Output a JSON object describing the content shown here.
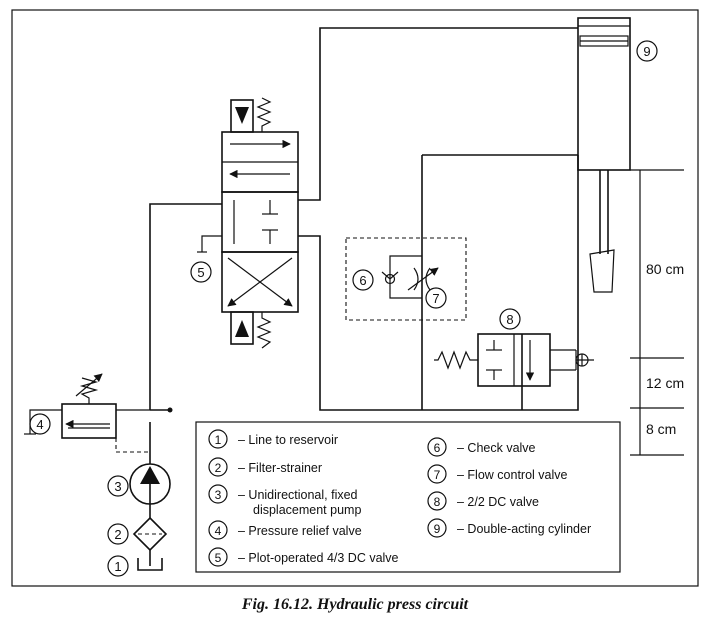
{
  "caption": "Fig. 16.12. Hydraulic press circuit",
  "component_numbers": {
    "reservoir": "1",
    "filter": "2",
    "pump": "3",
    "relief_valve": "4",
    "dc_valve_4_3": "5",
    "check_valve": "6",
    "flow_control_valve": "7",
    "dc_valve_2_2": "8",
    "cylinder": "9"
  },
  "dimensions": {
    "stroke": "80 cm",
    "middle": "12 cm",
    "bottom": "8 cm"
  },
  "legend": {
    "left": [
      {
        "num": "1",
        "text": "– Line to reservoir"
      },
      {
        "num": "2",
        "text": "– Filter-strainer"
      },
      {
        "num": "3",
        "text": "– Unidirectional, fixed",
        "text2": "displacement pump"
      },
      {
        "num": "4",
        "text": "– Pressure relief valve"
      },
      {
        "num": "5",
        "text": "– Plot-operated 4/3 DC valve"
      }
    ],
    "right": [
      {
        "num": "6",
        "text": "– Check valve"
      },
      {
        "num": "7",
        "text": "– Flow control valve"
      },
      {
        "num": "8",
        "text": "– 2/2 DC valve"
      },
      {
        "num": "9",
        "text": "– Double-acting cylinder"
      }
    ]
  }
}
